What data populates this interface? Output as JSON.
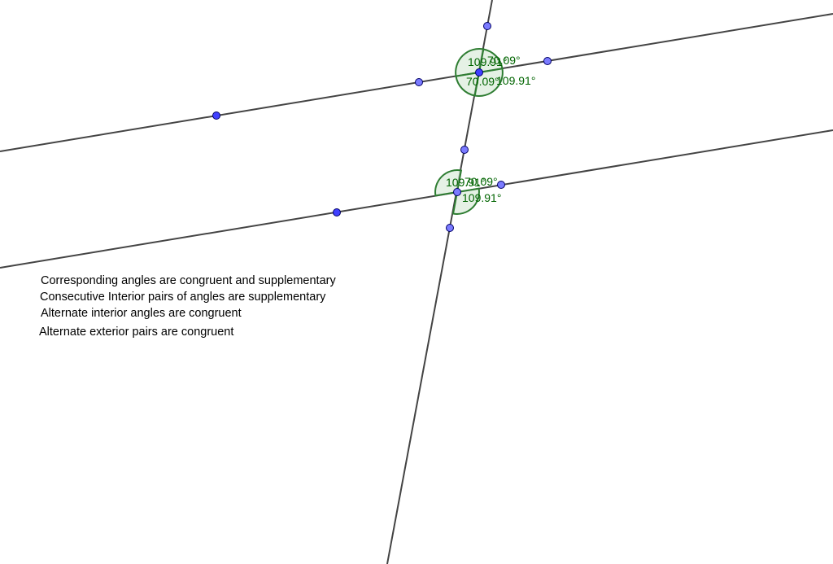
{
  "colors": {
    "line": "#444444",
    "angle_stroke": "#2e7d32",
    "angle_fill": "#d3e8d3",
    "angle_text": "#006400",
    "point_free": "#4040ff",
    "point_dependent": "#7b7bff",
    "point_stroke": "#000066"
  },
  "intersections": [
    {
      "name": "top",
      "labels": [
        "109.91°",
        "70.09°",
        "70.09°",
        "109.91°"
      ]
    },
    {
      "name": "bottom",
      "labels": [
        "109.91°",
        "70.09°",
        "109.91°"
      ]
    }
  ],
  "statements": [
    "Corresponding angles are congruent and supplementary",
    "Consecutive Interior pairs of angles are supplementary",
    "Alternate interior angles are congruent",
    "Alternate exterior pairs are congruent"
  ]
}
